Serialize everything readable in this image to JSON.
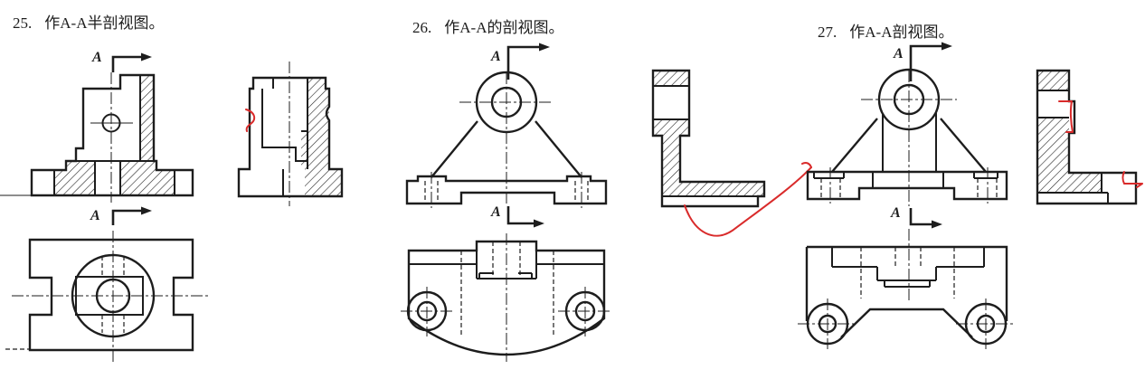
{
  "page": {
    "background": "#ffffff",
    "line_color": "#1d1d1d",
    "annotation_color": "#d92b2b"
  },
  "problems": [
    {
      "number": "25.",
      "title": "作A-A半剖视图。",
      "cut_label": "A"
    },
    {
      "number": "26.",
      "title": "作A-A的剖视图。",
      "cut_label": "A"
    },
    {
      "number": "27.",
      "title": "作A-A剖视图。",
      "cut_label": "A"
    }
  ]
}
